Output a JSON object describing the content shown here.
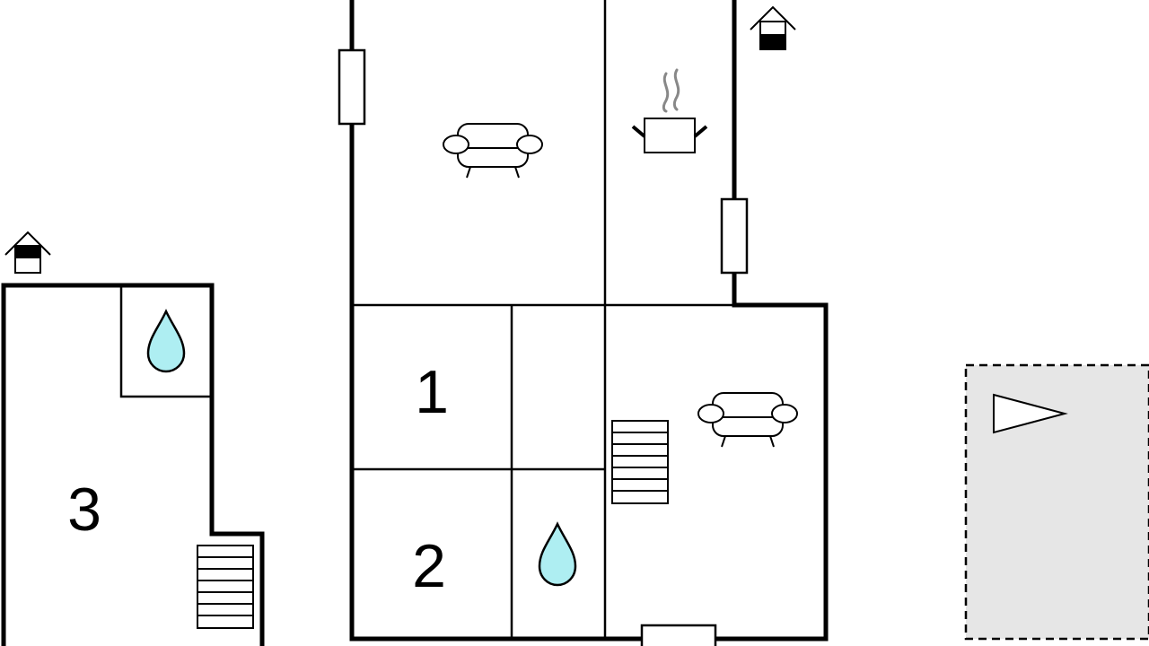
{
  "rooms": {
    "room_1": "1",
    "room_2": "2",
    "room_3": "3"
  },
  "icons": {
    "entrance": "house-entrance-icon",
    "sofa": "sofa-icon",
    "kitchen": "cooking-pot-icon",
    "bathroom": "water-drop-icon",
    "stairs": "stairs-icon",
    "compass": "north-arrow-icon"
  },
  "colors": {
    "wall": "#000000",
    "water_drop": "#aeeef2",
    "outdoor_area": "#e6e6e6",
    "steam": "#888888"
  }
}
